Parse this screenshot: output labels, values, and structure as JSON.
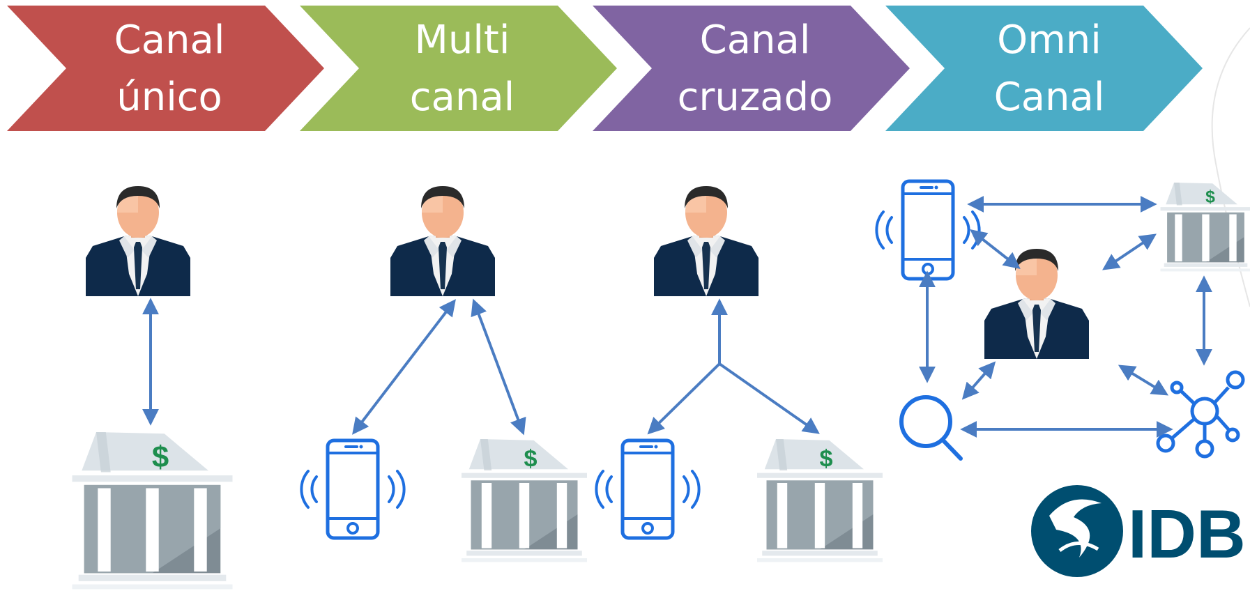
{
  "stages": [
    {
      "line1": "Canal",
      "line2": "único",
      "color": "#C0504D"
    },
    {
      "line1": "Multi",
      "line2": "canal",
      "color": "#9BBB59"
    },
    {
      "line1": "Canal",
      "line2": "cruzado",
      "color": "#8064A2"
    },
    {
      "line1": "Omni",
      "line2": "Canal",
      "color": "#4BACC6"
    }
  ],
  "logo": {
    "text": "IDB",
    "color": "#004E70"
  },
  "icons": {
    "person": "businessman-icon",
    "bank": "bank-icon",
    "phone": "smartphone-icon",
    "search": "magnifier-icon",
    "network": "network-hub-icon"
  },
  "colors": {
    "arrow": "#4A7CC2",
    "phone": "#1E6FE0",
    "money": "#1E8E4E"
  }
}
